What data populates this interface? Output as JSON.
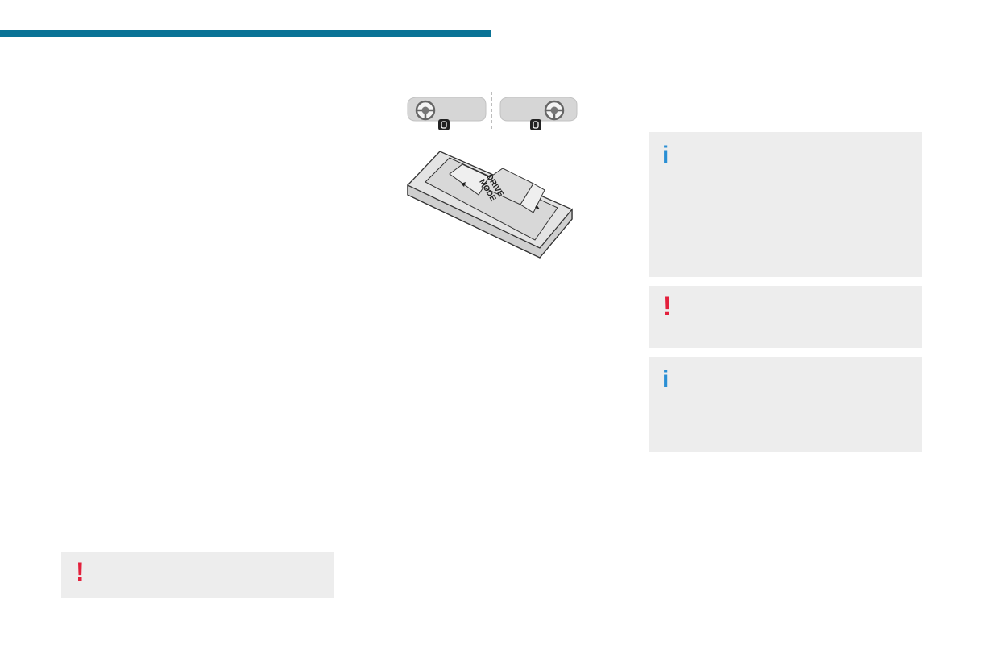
{
  "colors": {
    "header_bar": "#0a7396",
    "note_background": "#ededed",
    "info_icon": "#2a8fd4",
    "warning_icon": "#e3203c"
  },
  "illustration": {
    "control_label_line1": "DRIVE",
    "control_label_line2": "MODE",
    "left_variant_icon": "steering-wheel-left-hand-drive-icon",
    "right_variant_icon": "steering-wheel-right-hand-drive-icon"
  },
  "notes": [
    {
      "type": "info",
      "icon": "info-icon",
      "glyph": "i"
    },
    {
      "type": "warning",
      "icon": "warning-icon",
      "glyph": "!"
    },
    {
      "type": "info",
      "icon": "info-icon",
      "glyph": "i"
    },
    {
      "type": "warning",
      "icon": "warning-icon",
      "glyph": "!"
    }
  ]
}
